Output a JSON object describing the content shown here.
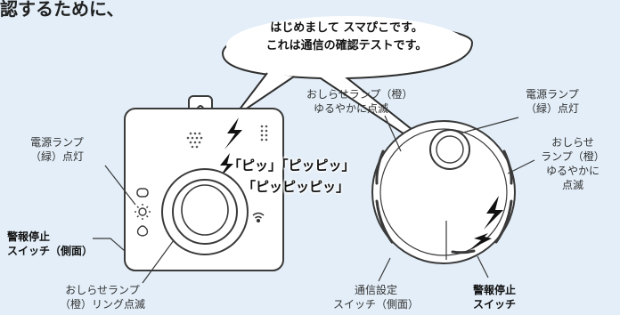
{
  "top_text": "認するために、",
  "speech_bubble": {
    "line1": "はじめまして スマぴこです。",
    "line2": "これは通信の確認テストです。"
  },
  "sound_text": {
    "line1": "「ピッ」「ピッピッ」",
    "line2": "「ピッピッピッ」"
  },
  "left_device": {
    "power_lamp_label": [
      "電源ランプ",
      "（緑）点灯"
    ],
    "alarm_stop_switch_label": [
      "警報停止",
      "スイッチ（側面）"
    ],
    "notification_ring_label": [
      "おしらせランプ",
      "（橙）リング点滅"
    ]
  },
  "right_device": {
    "notification_lamp_top_label": [
      "おしらせランプ（橙）",
      "ゆるやかに点滅"
    ],
    "power_lamp_label": [
      "電源ランプ",
      "（緑）点灯"
    ],
    "notification_lamp_side_label": [
      "おしらせ",
      "ランプ（橙）",
      "ゆるやかに",
      "点滅"
    ],
    "comm_setting_switch_label": [
      "通信設定",
      "スイッチ（側面）"
    ],
    "alarm_stop_switch_label": [
      "警報停止",
      "スイッチ"
    ]
  },
  "colors": {
    "background": "#e3eef8",
    "device_body": "#ffffff",
    "outline": "#3a3a3a"
  }
}
